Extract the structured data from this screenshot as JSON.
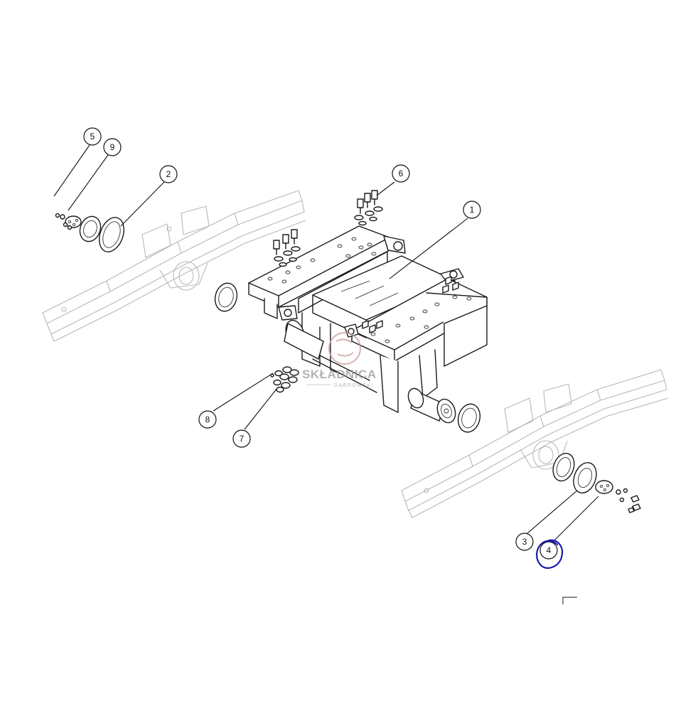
{
  "diagram": {
    "callouts": [
      {
        "id": "c5",
        "label": "5"
      },
      {
        "id": "c9",
        "label": "9"
      },
      {
        "id": "c2",
        "label": "2"
      },
      {
        "id": "c6",
        "label": "6"
      },
      {
        "id": "c1",
        "label": "1"
      },
      {
        "id": "c8",
        "label": "8"
      },
      {
        "id": "c7",
        "label": "7"
      },
      {
        "id": "c3",
        "label": "3"
      },
      {
        "id": "c4",
        "label": "4"
      }
    ],
    "highlight_color": "#1a1aa8"
  },
  "watermark": {
    "main": "SKŁADNICA",
    "sub": "DĄBROWSKI",
    "logo_color": "#c89a9a"
  }
}
